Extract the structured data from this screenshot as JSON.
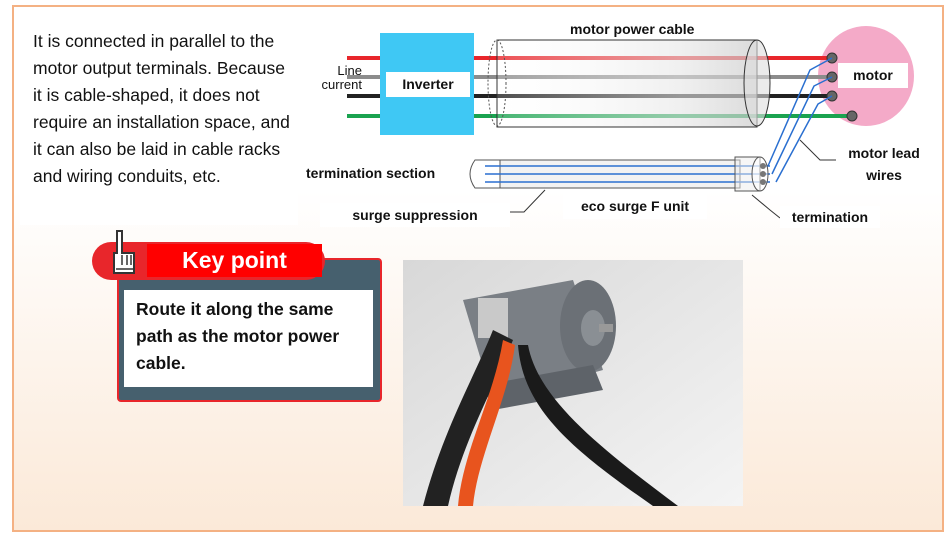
{
  "intro_text": "It is connected in parallel to the motor output terminals. Because it is cable-shaped, it does not require an installation space, and it can also be laid in cable racks and wiring conduits, etc.",
  "diagram": {
    "line_current": [
      "Line",
      "current"
    ],
    "inverter": "Inverter",
    "motor_power_cable": "motor power cable",
    "motor": "motor",
    "motor_lead_wires": [
      "motor lead",
      "wires"
    ],
    "termination_section": "termination section",
    "surge_suppression": "surge suppression",
    "eco_surge_unit": "eco surge F unit",
    "termination": "termination",
    "wire_colors": [
      "#e8262b",
      "#8c8c8c",
      "#222222",
      "#1aa350"
    ]
  },
  "key_point": {
    "title": "Key point",
    "text": "Route it along the same path as the motor power cable.",
    "icon": "pointing-hand-icon"
  },
  "photo": {
    "icon": "motor-photo"
  }
}
